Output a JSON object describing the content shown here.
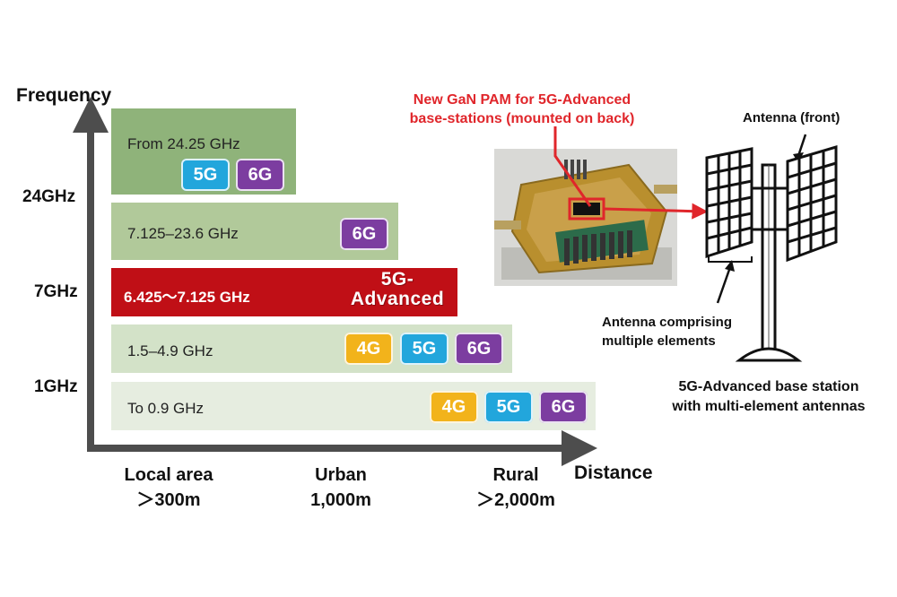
{
  "axes": {
    "y_title": "Frequency",
    "x_title": "Distance",
    "y_ticks": [
      "24GHz",
      "7GHz",
      "1GHz"
    ],
    "x_labels": [
      {
        "name": "Local area",
        "range": "＞300m"
      },
      {
        "name": "Urban",
        "range": "1,000m"
      },
      {
        "name": "Rural",
        "range": "＞2,000m"
      }
    ]
  },
  "bands": [
    {
      "label": "From 24.25 GHz",
      "color": "#8fb37a",
      "badges": [
        "5G",
        "6G"
      ]
    },
    {
      "label": "7.125–23.6 GHz",
      "color": "#b1c99a",
      "badges": [
        "6G"
      ]
    },
    {
      "label": "6.425～7.125 GHz",
      "color": "#c00f16",
      "badge_text": "5G-Advanced"
    },
    {
      "label": "1.5–4.9 GHz",
      "color": "#d3e2c8",
      "badges": [
        "4G",
        "5G",
        "6G"
      ]
    },
    {
      "label": "To 0.9 GHz",
      "color": "#e6ede0",
      "badges": [
        "4G",
        "5G",
        "6G"
      ]
    }
  ],
  "badge_colors": {
    "4G": "#f2b31b",
    "5G": "#22a6dc",
    "6G": "#7c3da0"
  },
  "callout": {
    "line1": "New GaN PAM for 5G-Advanced",
    "line2": "base-stations (mounted on back)"
  },
  "antenna_front": "Antenna (front)",
  "antenna_elements": {
    "line1": "Antenna comprising",
    "line2": "multiple elements"
  },
  "station_caption": {
    "line1": "5G-Advanced base station",
    "line2": "with multi-element antennas"
  }
}
